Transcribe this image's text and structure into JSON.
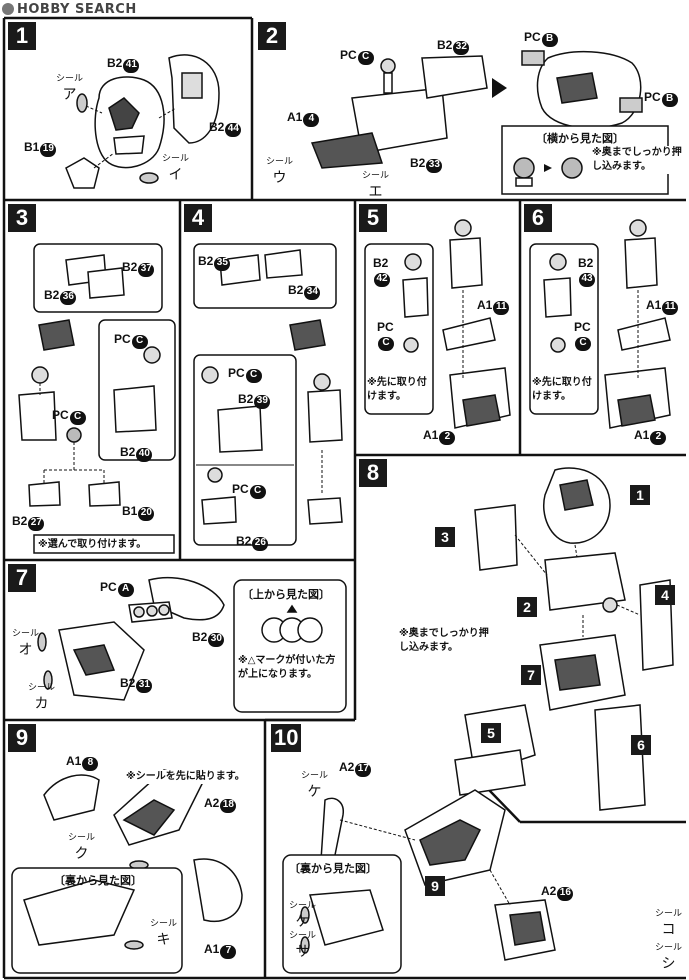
{
  "watermark": "HOBBY SEARCH",
  "seal_word": "シール",
  "steps": {
    "s1": {
      "num": "1",
      "labels": {
        "b241": "B2",
        "b244": "B2",
        "b119": "B1"
      },
      "circles": {
        "b241": "41",
        "b244": "44",
        "b119": "19"
      },
      "seals": [
        "ア",
        "イ"
      ]
    },
    "s2": {
      "num": "2",
      "labels": {
        "pcc": "PC",
        "b232": "B2",
        "a14": "A1",
        "b233": "B2",
        "pcb1": "PC",
        "pcb2": "PC"
      },
      "circles": {
        "pcc": "C",
        "b232": "32",
        "a14": "4",
        "b233": "33",
        "pcb1": "B",
        "pcb2": "B"
      },
      "seals": [
        "ウ",
        "エ"
      ],
      "side_view_title": "〔横から見た図〕",
      "side_note": "※奥までしっかり押し込みます。"
    },
    "s3": {
      "num": "3",
      "labels": {
        "b237": "B2",
        "b236": "B2",
        "pcc1": "PC",
        "pcc2": "PC",
        "b240": "B2",
        "b227": "B2",
        "b120": "B1"
      },
      "circles": {
        "b237": "37",
        "b236": "36",
        "pcc1": "C",
        "pcc2": "C",
        "b240": "40",
        "b227": "27",
        "b120": "20"
      },
      "note": "※選んで取り付けます。"
    },
    "s4": {
      "num": "4",
      "labels": {
        "b235": "B2",
        "b234": "B2",
        "pcc1": "PC",
        "b239": "B2",
        "pcc2": "PC",
        "b226": "B2"
      },
      "circles": {
        "b235": "35",
        "b234": "34",
        "pcc1": "C",
        "b239": "39",
        "pcc2": "C",
        "b226": "26"
      }
    },
    "s5": {
      "num": "5",
      "labels": {
        "b242": "B2",
        "pcc": "PC",
        "a111": "A1",
        "a12": "A1"
      },
      "circles": {
        "b242": "42",
        "pcc": "C",
        "a111": "11",
        "a12": "2"
      },
      "note": "※先に取り付けます。"
    },
    "s6": {
      "num": "6",
      "labels": {
        "b243": "B2",
        "pcc": "PC",
        "a111": "A1",
        "a12": "A1"
      },
      "circles": {
        "b243": "43",
        "pcc": "C",
        "a111": "11",
        "a12": "2"
      },
      "note": "※先に取り付けます。"
    },
    "s7": {
      "num": "7",
      "labels": {
        "pca": "PC",
        "b230": "B2",
        "b231": "B2"
      },
      "circles": {
        "pca": "A",
        "b230": "30",
        "b231": "31"
      },
      "seals": [
        "オ",
        "カ"
      ],
      "top_view_title": "〔上から見た図〕",
      "top_note": "※△マークが付いた方が上になります。"
    },
    "s8": {
      "num": "8",
      "callouts": [
        "1",
        "2",
        "3",
        "4",
        "5",
        "6",
        "7"
      ],
      "note": "※奥までしっかり押し込みます。"
    },
    "s9": {
      "num": "9",
      "labels": {
        "a18": "A1",
        "a218": "A2",
        "a17": "A1"
      },
      "circles": {
        "a18": "8",
        "a218": "18",
        "a17": "7"
      },
      "seals": [
        "ク",
        "キ"
      ],
      "note": "※シールを先に貼ります。",
      "back_view_title": "〔裏から見た図〕"
    },
    "s10": {
      "num": "10",
      "labels": {
        "a217": "A2",
        "a216": "A2"
      },
      "circles": {
        "a217": "17",
        "a216": "16"
      },
      "seals": [
        "ケ",
        "ケ",
        "サ",
        "コ",
        "シ"
      ],
      "back_view_title": "〔裏から見た図〕",
      "callout": "9"
    }
  }
}
